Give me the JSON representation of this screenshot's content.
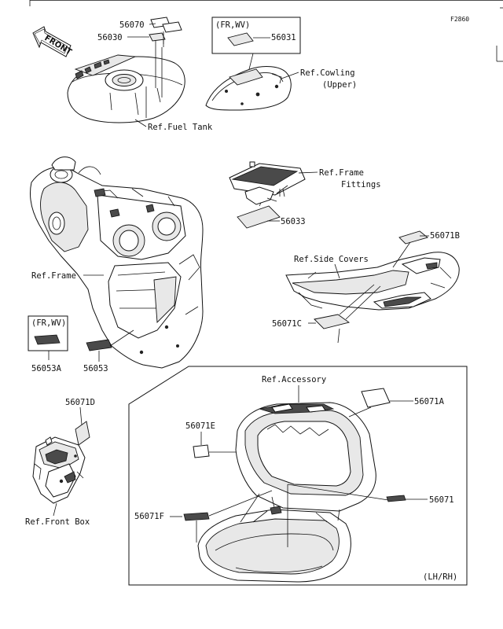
{
  "figure_code": "F2860",
  "front_arrow": {
    "label": "FRONT"
  },
  "variant_boxes": {
    "fr_wv": "(FR,WV)"
  },
  "refs": {
    "fuel_tank": "Ref.Fuel Tank",
    "cowling_line1": "Ref.Cowling",
    "cowling_line2": "(Upper)",
    "frame_fittings_line1": "Ref.Frame",
    "frame_fittings_line2": "Fittings",
    "frame": "Ref.Frame",
    "side_covers": "Ref.Side Covers",
    "accessory": "Ref.Accessory",
    "front_box": "Ref.Front Box"
  },
  "parts": {
    "p56070": "56070",
    "p56030": "56030",
    "p56031": "56031",
    "p56033": "56033",
    "p56071B": "56071B",
    "p56071C": "56071C",
    "p56053A": "56053A",
    "p56053": "56053",
    "p56071D": "56071D",
    "p56071E": "56071E",
    "p56071A": "56071A",
    "p56071": "56071",
    "p56071F": "56071F"
  },
  "side_note": "(LH/RH)"
}
